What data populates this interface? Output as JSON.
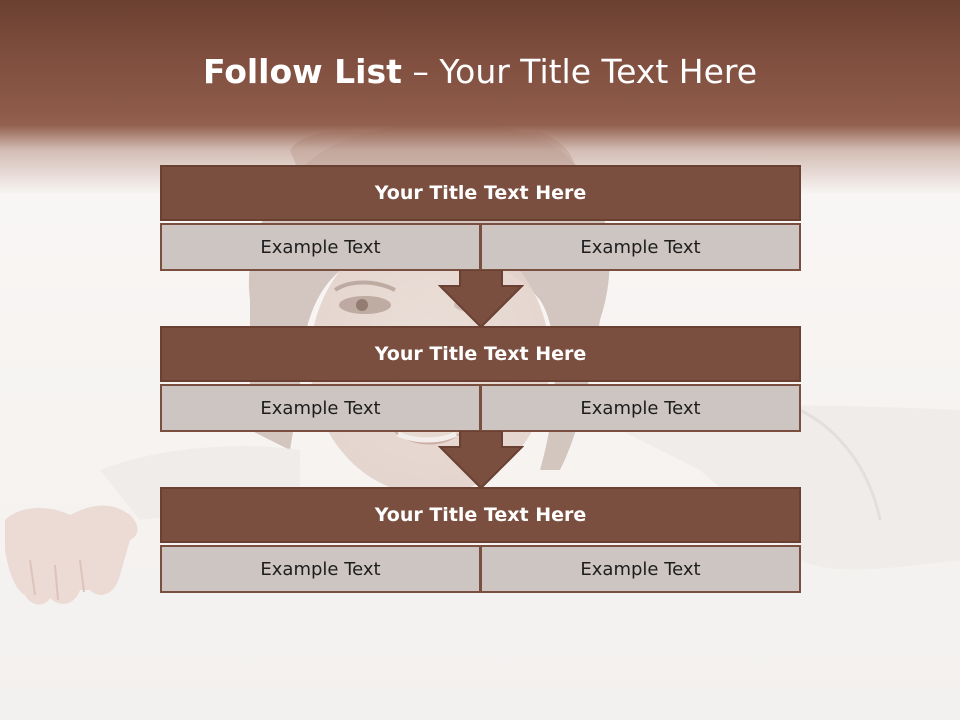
{
  "slide": {
    "title": {
      "bold": "Follow List",
      "rest": " – Your Title Text Here"
    },
    "blocks": [
      {
        "title": "Your Title Text Here",
        "left": "Example Text",
        "right": "Example Text"
      },
      {
        "title": "Your Title Text Here",
        "left": "Example Text",
        "right": "Example Text"
      },
      {
        "title": "Your Title Text Here",
        "left": "Example Text",
        "right": "Example Text"
      }
    ]
  },
  "colors": {
    "header": "#7b4f3f",
    "cell": "#cdc5c2",
    "band": "#8d5a49"
  }
}
